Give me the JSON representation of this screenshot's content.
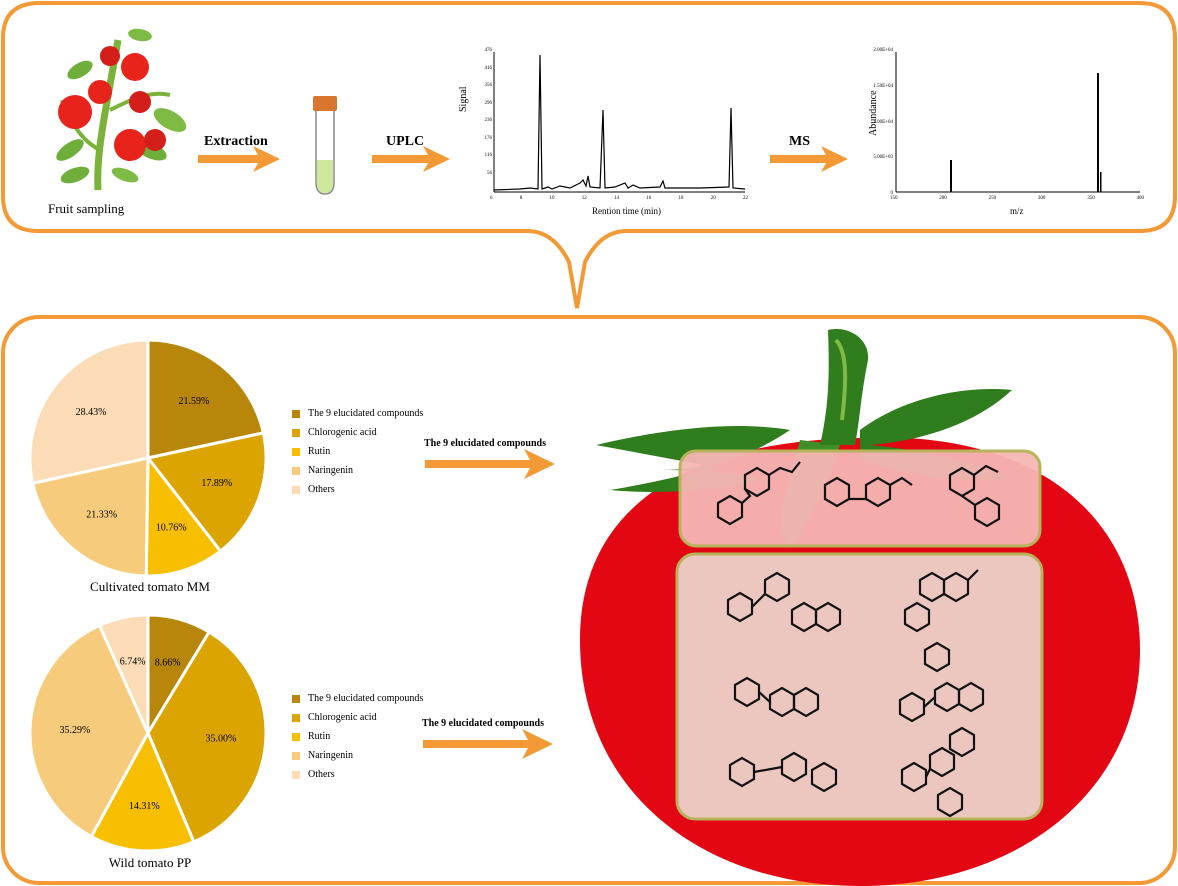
{
  "colors": {
    "frame": "#f39a36",
    "arrow": "#f39a36",
    "tomato_red": "#e30613",
    "pie": [
      "#b8860b",
      "#dca400",
      "#f7bf00",
      "#f7cb7c",
      "#fbdcb6"
    ]
  },
  "workflow": {
    "fruit_caption": "Fruit sampling",
    "step1": "Extraction",
    "step2": "UPLC",
    "step3": "MS"
  },
  "chromatogram": {
    "ylabel": "Signal",
    "xlabel": "Rention time (min)",
    "yticks": [
      "476",
      "416",
      "356",
      "296",
      "236",
      "176",
      "116",
      "56"
    ],
    "xticks": [
      "6",
      "8",
      "10",
      "12",
      "14",
      "16",
      "18",
      "20",
      "22"
    ]
  },
  "mass_spec": {
    "ylabel": "Abundance",
    "xlabel": "m/z",
    "yticks": [
      "2.00E+04",
      "1.50E+04",
      "1.00E+04",
      "5.00E+03",
      "0"
    ],
    "xticks": [
      "150",
      "200",
      "250",
      "300",
      "350",
      "400"
    ]
  },
  "arrow_label": "The 9 elucidated compounds",
  "legend": [
    "The 9 elucidated compounds",
    "Chlorogenic acid",
    "Rutin",
    "Naringenin",
    "Others"
  ],
  "chart_data": [
    {
      "type": "pie",
      "title": "Cultivated tomato MM",
      "categories": [
        "The 9 elucidated compounds",
        "Chlorogenic acid",
        "Rutin",
        "Naringenin",
        "Others"
      ],
      "values": [
        21.59,
        17.89,
        10.76,
        21.33,
        28.43
      ],
      "labels": [
        "21.59%",
        "17.89%",
        "10.76%",
        "21.33%",
        "28.43%"
      ]
    },
    {
      "type": "pie",
      "title": "Wild tomato PP",
      "categories": [
        "The 9 elucidated compounds",
        "Chlorogenic acid",
        "Rutin",
        "Naringenin",
        "Others"
      ],
      "values": [
        8.66,
        35.0,
        14.31,
        35.29,
        6.74
      ],
      "labels": [
        "8.66%",
        "35.00%",
        "14.31%",
        "35.29%",
        "6.74%"
      ]
    }
  ]
}
